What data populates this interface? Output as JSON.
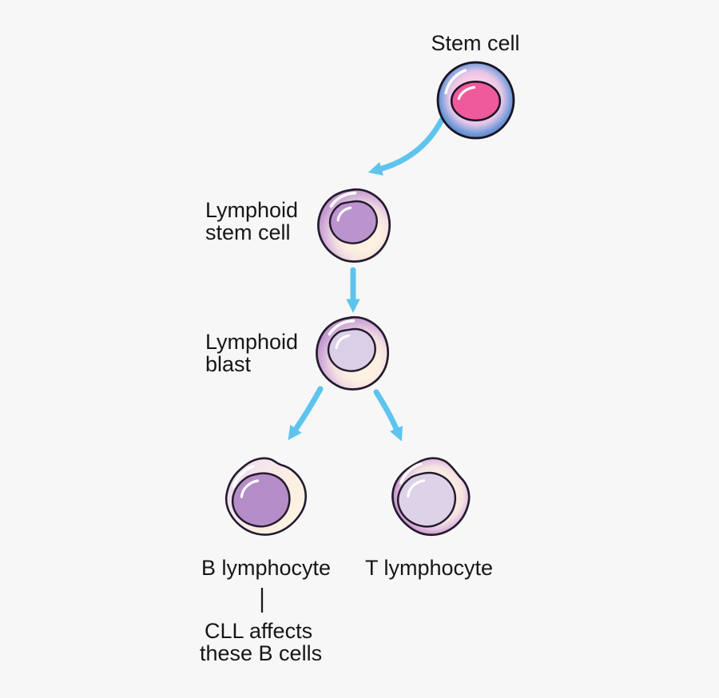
{
  "labels": {
    "stem_cell": "Stem cell",
    "lymphoid_stem_line1": "Lymphoid",
    "lymphoid_stem_line2": "stem cell",
    "lymphoid_blast_line1": "Lymphoid",
    "lymphoid_blast_line2": "blast",
    "b_lymphocyte": "B lymphocyte",
    "t_lymphocyte": "T lymphocyte",
    "cll_line1": "CLL affects",
    "cll_line2": "these B cells"
  },
  "connections": [
    {
      "from": "Stem cell",
      "to": "Lymphoid stem cell"
    },
    {
      "from": "Lymphoid stem cell",
      "to": "Lymphoid blast"
    },
    {
      "from": "Lymphoid blast",
      "to": "B lymphocyte"
    },
    {
      "from": "Lymphoid blast",
      "to": "T lymphocyte"
    },
    {
      "from": "B lymphocyte",
      "to": "CLL affects these B cells"
    }
  ],
  "colors": {
    "background": "#f7f7f7",
    "text": "#161616",
    "outline": "#241b2e",
    "arrow_blue": "#5ec4ed",
    "stem_membrane_blue": "#4a7fc4",
    "stem_inner_pink": "#f8d4e9",
    "stem_nucleus_pink": "#ee5a9b",
    "membrane_purple": "#c299ce",
    "cytoplasm_cream": "#fdf2e4",
    "lymphoid_stem_nucleus": "#bb93cd",
    "lymphoid_blast_nucleus": "#dbcfe7",
    "b_cell_nucleus": "#b58dc8",
    "t_cell_nucleus": "#ddd2e8",
    "t_cell_membrane": "#b77fc2"
  }
}
